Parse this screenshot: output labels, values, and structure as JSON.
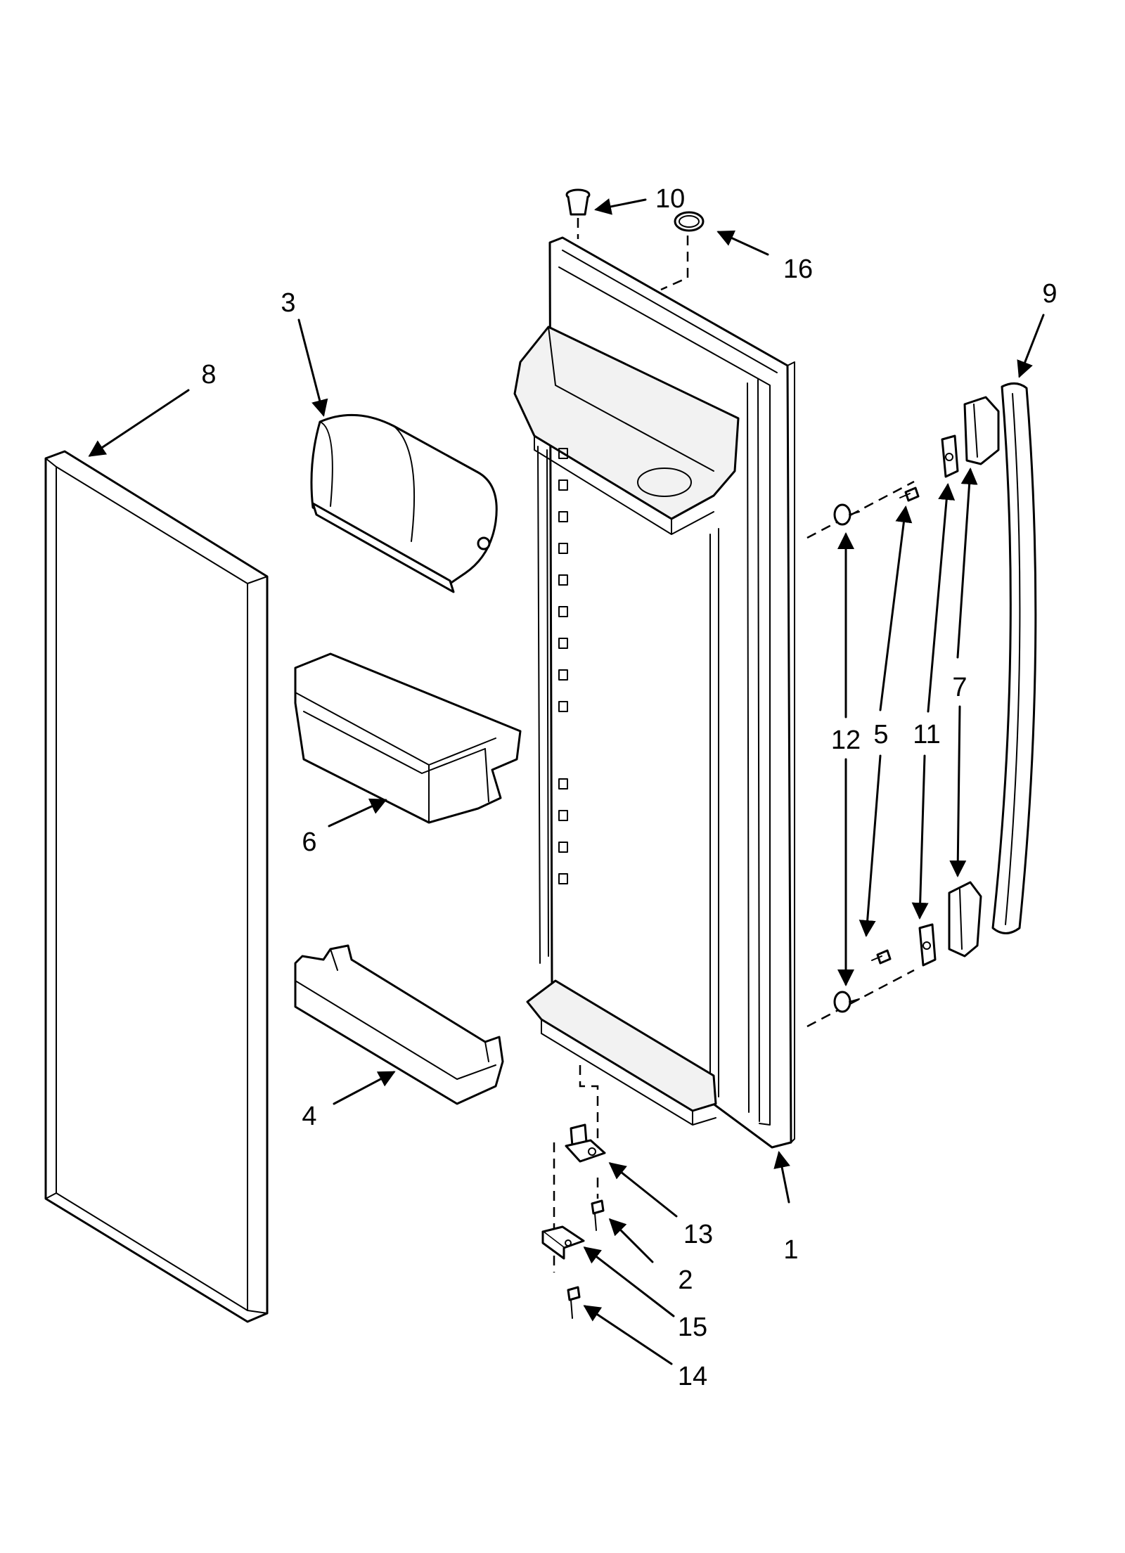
{
  "diagram": {
    "callouts": {
      "c1": "1",
      "c2": "2",
      "c3": "3",
      "c4": "4",
      "c5": "5",
      "c6": "6",
      "c7": "7",
      "c8": "8",
      "c9": "9",
      "c10": "10",
      "c11": "11",
      "c12": "12",
      "c13": "13",
      "c14": "14",
      "c15": "15",
      "c16": "16"
    },
    "colors": {
      "line": "#000000",
      "background": "#ffffff",
      "shading": "#f2f2f2"
    }
  }
}
